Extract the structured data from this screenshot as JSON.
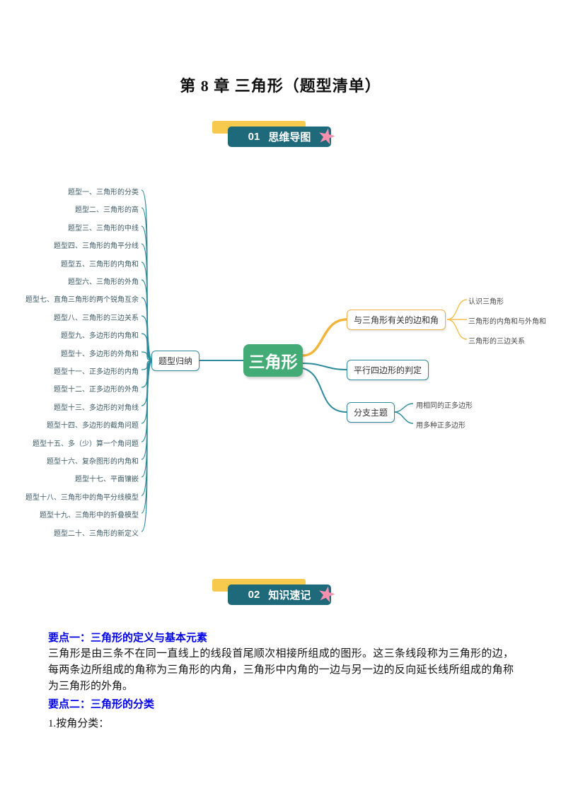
{
  "page": {
    "title": "第 8 章 三角形（题型清单）"
  },
  "sections": {
    "s1": {
      "number": "01",
      "label": "思维导图"
    },
    "s2": {
      "number": "02",
      "label": "知识速记"
    }
  },
  "icons": {
    "star": "★"
  },
  "colors": {
    "band_teal": "#1e6a7b",
    "accent_yellow": "#f7ca4d",
    "root_green": "#43ab76",
    "star_pink": "#f590ae",
    "line_teal": "#2e8b9b",
    "line_yellow": "#f1b53d",
    "keypoint_blue": "#0000e6"
  },
  "mindmap": {
    "root": "三角形",
    "left_group": "题型归纳",
    "left_items": [
      "题型一、三角形的分类",
      "题型二、三角形的高",
      "题型三、三角形的中线",
      "题型四、三角形的角平分线",
      "题型五、三角形的内角和",
      "题型六、三角形的外角",
      "题型七、直角三角形的两个锐角互余",
      "题型八、三角形的三边关系",
      "题型九、多边形的内角和",
      "题型十、多边形的外角和",
      "题型十一、正多边形的内角",
      "题型十二、正多边形的外角",
      "题型十三、多边形的对角线",
      "题型十四、多边形的截角问题",
      "题型十五、多（少）算一个角问题",
      "题型十六、复杂图形的内角和",
      "题型十七、平面镶嵌",
      "题型十八、三角形中的角平分线模型",
      "题型十九、三角形中的折叠模型",
      "题型二十、三角形的新定义"
    ],
    "right": {
      "branch1": {
        "label": "与三角形有关的边和角",
        "children": [
          "认识三角形",
          "三角形的内角和与外角和",
          "三角形的三边关系"
        ]
      },
      "branch2": {
        "label": "平行四边形的判定"
      },
      "branch3": {
        "label": "分支主题",
        "children": [
          "用相同的正多边形",
          "用多种正多边形"
        ]
      }
    }
  },
  "notes": {
    "point1_title": "要点一：三角形的定义与基本元素",
    "point1_body": "三角形是由三条不在同一直线上的线段首尾顺次相接所组成的图形。这三条线段称为三角形的边，每两条边所组成的角称为三角形的内角，三角形中内角的一边与另一边的反向延长线所组成的角称为三角形的外角。",
    "point2_title": "要点二：三角形的分类",
    "point2_body": "1.按角分类："
  }
}
